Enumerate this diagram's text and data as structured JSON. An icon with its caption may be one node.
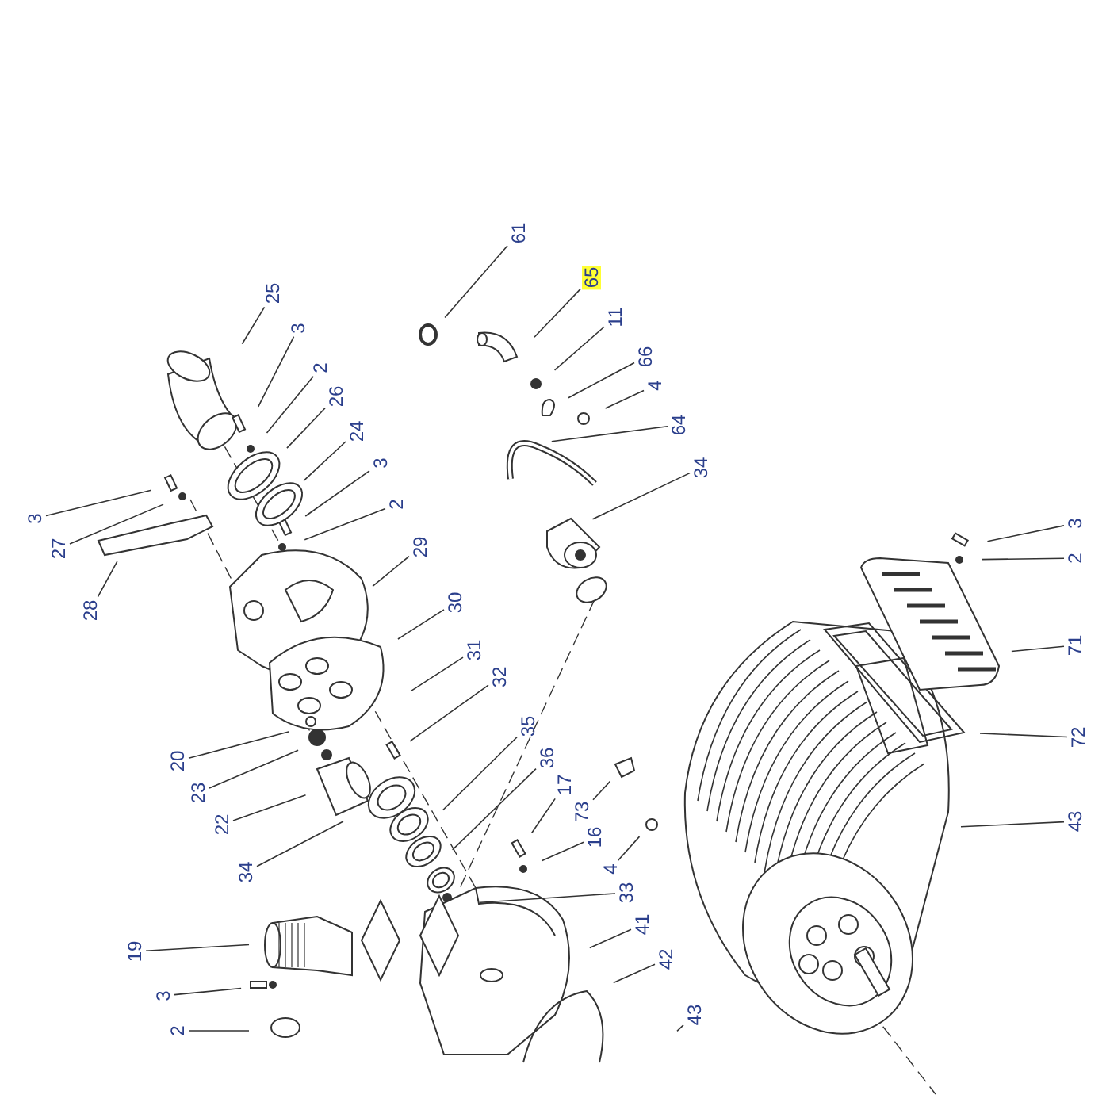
{
  "diagram": {
    "nodes": [
      {
        "text": [
          "61"
        ]
      },
      {
        "text": [
          "65"
        ]
      },
      {
        "text": [
          "25"
        ]
      },
      {
        "text": [
          "11"
        ]
      },
      {
        "text": [
          "3"
        ]
      },
      {
        "text": [
          "66"
        ]
      },
      {
        "text": [
          "2"
        ]
      },
      {
        "text": [
          "4"
        ]
      },
      {
        "text": [
          "26"
        ]
      },
      {
        "text": [
          "64"
        ]
      },
      {
        "text": [
          "24"
        ]
      },
      {
        "text": [
          "3"
        ]
      },
      {
        "text": [
          "34"
        ]
      },
      {
        "text": [
          "2"
        ]
      },
      {
        "text": [
          "3"
        ]
      },
      {
        "text": [
          "3"
        ]
      },
      {
        "text": [
          "27"
        ]
      },
      {
        "text": [
          "29"
        ]
      },
      {
        "text": [
          "2"
        ]
      },
      {
        "text": [
          "30"
        ]
      },
      {
        "text": [
          "28"
        ]
      },
      {
        "text": [
          "71"
        ]
      },
      {
        "text": [
          "31"
        ]
      },
      {
        "text": [
          "32"
        ]
      },
      {
        "text": [
          "35"
        ]
      },
      {
        "text": [
          "72"
        ]
      },
      {
        "text": [
          "36"
        ]
      },
      {
        "text": [
          "20"
        ]
      },
      {
        "text": [
          "17"
        ]
      },
      {
        "text": [
          "23"
        ]
      },
      {
        "text": [
          "73"
        ]
      },
      {
        "text": [
          "43"
        ]
      },
      {
        "text": [
          "22"
        ]
      },
      {
        "text": [
          "16"
        ]
      },
      {
        "text": [
          "4"
        ]
      },
      {
        "text": [
          "34"
        ]
      },
      {
        "text": [
          "33"
        ]
      },
      {
        "text": [
          "41"
        ]
      },
      {
        "text": [
          "19"
        ]
      },
      {
        "text": [
          "42"
        ]
      },
      {
        "text": [
          "3"
        ]
      },
      {
        "text": [
          "43"
        ]
      },
      {
        "text": [
          "2"
        ]
      }
    ],
    "edges": [
      {
        "from": 0,
        "to": null,
        "arrow": "none"
      },
      {
        "from": 1,
        "to": null,
        "arrow": "none"
      },
      {
        "from": 2,
        "to": null,
        "arrow": "none"
      },
      {
        "from": 3,
        "to": null,
        "arrow": "none"
      },
      {
        "from": 4,
        "to": null,
        "arrow": "none"
      },
      {
        "from": 5,
        "to": null,
        "arrow": "none"
      },
      {
        "from": 6,
        "to": null,
        "arrow": "none"
      },
      {
        "from": 7,
        "to": null,
        "arrow": "none"
      },
      {
        "from": 8,
        "to": null,
        "arrow": "none"
      },
      {
        "from": 9,
        "to": null,
        "arrow": "none"
      },
      {
        "from": 10,
        "to": null,
        "arrow": "none"
      },
      {
        "from": 11,
        "to": null,
        "arrow": "none"
      },
      {
        "from": 12,
        "to": null,
        "arrow": "none"
      },
      {
        "from": 13,
        "to": null,
        "arrow": "none"
      },
      {
        "from": 14,
        "to": null,
        "arrow": "none"
      },
      {
        "from": 15,
        "to": null,
        "arrow": "none"
      },
      {
        "from": 16,
        "to": null,
        "arrow": "none"
      },
      {
        "from": 17,
        "to": null,
        "arrow": "none"
      },
      {
        "from": 18,
        "to": null,
        "arrow": "none"
      },
      {
        "from": 19,
        "to": null,
        "arrow": "none"
      },
      {
        "from": 20,
        "to": null,
        "arrow": "none"
      },
      {
        "from": 21,
        "to": null,
        "arrow": "none"
      },
      {
        "from": 22,
        "to": null,
        "arrow": "none"
      },
      {
        "from": 23,
        "to": null,
        "arrow": "none"
      },
      {
        "from": 24,
        "to": null,
        "arrow": "none"
      },
      {
        "from": 25,
        "to": null,
        "arrow": "none"
      },
      {
        "from": 26,
        "to": null,
        "arrow": "none"
      },
      {
        "from": 27,
        "to": null,
        "arrow": "none"
      },
      {
        "from": 28,
        "to": null,
        "arrow": "none"
      },
      {
        "from": 29,
        "to": null,
        "arrow": "none"
      },
      {
        "from": 30,
        "to": null,
        "arrow": "none"
      },
      {
        "from": 31,
        "to": null,
        "arrow": "none"
      },
      {
        "from": 32,
        "to": null,
        "arrow": "none"
      },
      {
        "from": 33,
        "to": null,
        "arrow": "none"
      },
      {
        "from": 34,
        "to": null,
        "arrow": "none"
      },
      {
        "from": 35,
        "to": null,
        "arrow": "none"
      },
      {
        "from": 36,
        "to": null,
        "arrow": "none"
      },
      {
        "from": 37,
        "to": null,
        "arrow": "none"
      },
      {
        "from": 38,
        "to": null,
        "arrow": "none"
      },
      {
        "from": 39,
        "to": null,
        "arrow": "none"
      },
      {
        "from": 40,
        "to": null,
        "arrow": "none"
      },
      {
        "from": 41,
        "to": null,
        "arrow": "none"
      },
      {
        "from": 42,
        "to": null,
        "arrow": "none"
      }
    ]
  }
}
